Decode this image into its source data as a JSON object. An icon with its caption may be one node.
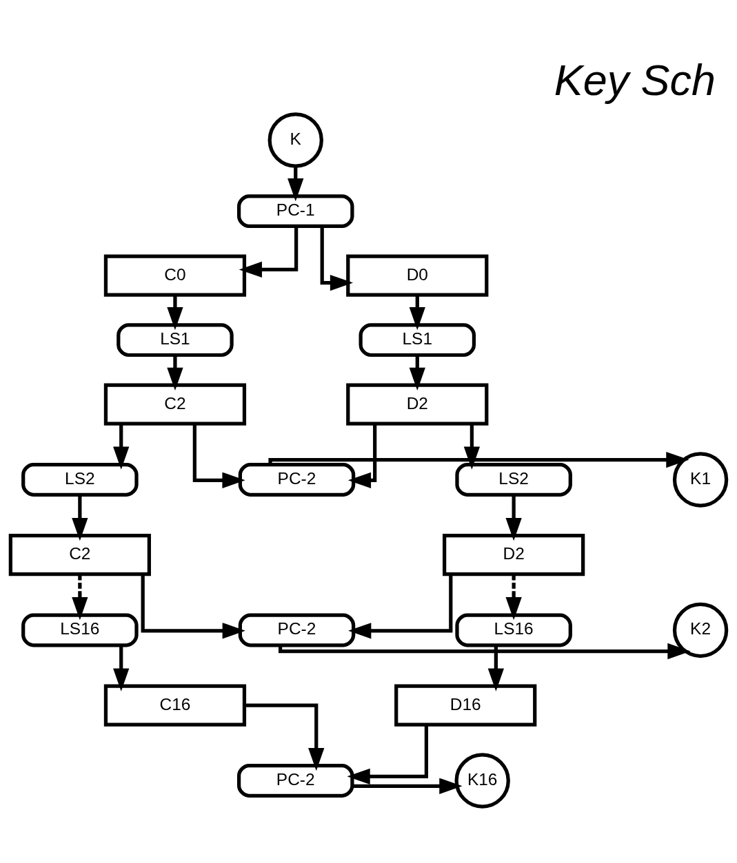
{
  "diagram": {
    "title": "Key Sch",
    "nodes": [
      {
        "text": [
          "K"
        ]
      },
      {
        "text": [
          "PC-1"
        ]
      },
      {
        "text": [
          "C0"
        ]
      },
      {
        "text": [
          "D0"
        ]
      },
      {
        "text": [
          "LS1"
        ]
      },
      {
        "text": [
          "LS1"
        ]
      },
      {
        "text": [
          "C2"
        ]
      },
      {
        "text": [
          "D2"
        ]
      },
      {
        "text": [
          "PC-2"
        ]
      },
      {
        "text": [
          "K1"
        ]
      },
      {
        "text": [
          "LS2"
        ]
      },
      {
        "text": [
          "LS2"
        ]
      },
      {
        "text": [
          "C2"
        ]
      },
      {
        "text": [
          "D2"
        ]
      },
      {
        "text": [
          "PC-2"
        ]
      },
      {
        "text": [
          "K2"
        ]
      },
      {
        "text": [
          "LS16"
        ]
      },
      {
        "text": [
          "LS16"
        ]
      },
      {
        "text": [
          "C16"
        ]
      },
      {
        "text": [
          "D16"
        ]
      },
      {
        "text": [
          "PC-2"
        ]
      },
      {
        "text": [
          "K16"
        ]
      }
    ],
    "edges": [
      {
        "from": 0,
        "to": 1,
        "arrow": "to"
      },
      {
        "from": 1,
        "to": 2,
        "arrow": "to"
      },
      {
        "from": 1,
        "to": 3,
        "arrow": "to"
      },
      {
        "from": 2,
        "to": 4,
        "arrow": "to"
      },
      {
        "from": 3,
        "to": 5,
        "arrow": "to"
      },
      {
        "from": 4,
        "to": 6,
        "arrow": "to"
      },
      {
        "from": 5,
        "to": 7,
        "arrow": "to"
      },
      {
        "from": 6,
        "to": 8,
        "arrow": "to"
      },
      {
        "from": 7,
        "to": 8,
        "arrow": "to"
      },
      {
        "from": 8,
        "to": 9,
        "arrow": "to"
      },
      {
        "from": 6,
        "to": 10,
        "arrow": "to"
      },
      {
        "from": 7,
        "to": 11,
        "arrow": "to"
      },
      {
        "from": 10,
        "to": 12,
        "arrow": "to"
      },
      {
        "from": 11,
        "to": 13,
        "arrow": "to"
      },
      {
        "from": 12,
        "to": 14,
        "arrow": "to"
      },
      {
        "from": 13,
        "to": 14,
        "arrow": "to"
      },
      {
        "from": 14,
        "to": 15,
        "arrow": "to"
      },
      {
        "from": 12,
        "to": 16,
        "arrow": "to",
        "style": "dashed"
      },
      {
        "from": 13,
        "to": 17,
        "arrow": "to",
        "style": "dashed"
      },
      {
        "from": 16,
        "to": 18,
        "arrow": "to"
      },
      {
        "from": 17,
        "to": 19,
        "arrow": "to"
      },
      {
        "from": 18,
        "to": 20,
        "arrow": "to"
      },
      {
        "from": 19,
        "to": 20,
        "arrow": "to"
      },
      {
        "from": 20,
        "to": 21,
        "arrow": "to"
      }
    ]
  }
}
